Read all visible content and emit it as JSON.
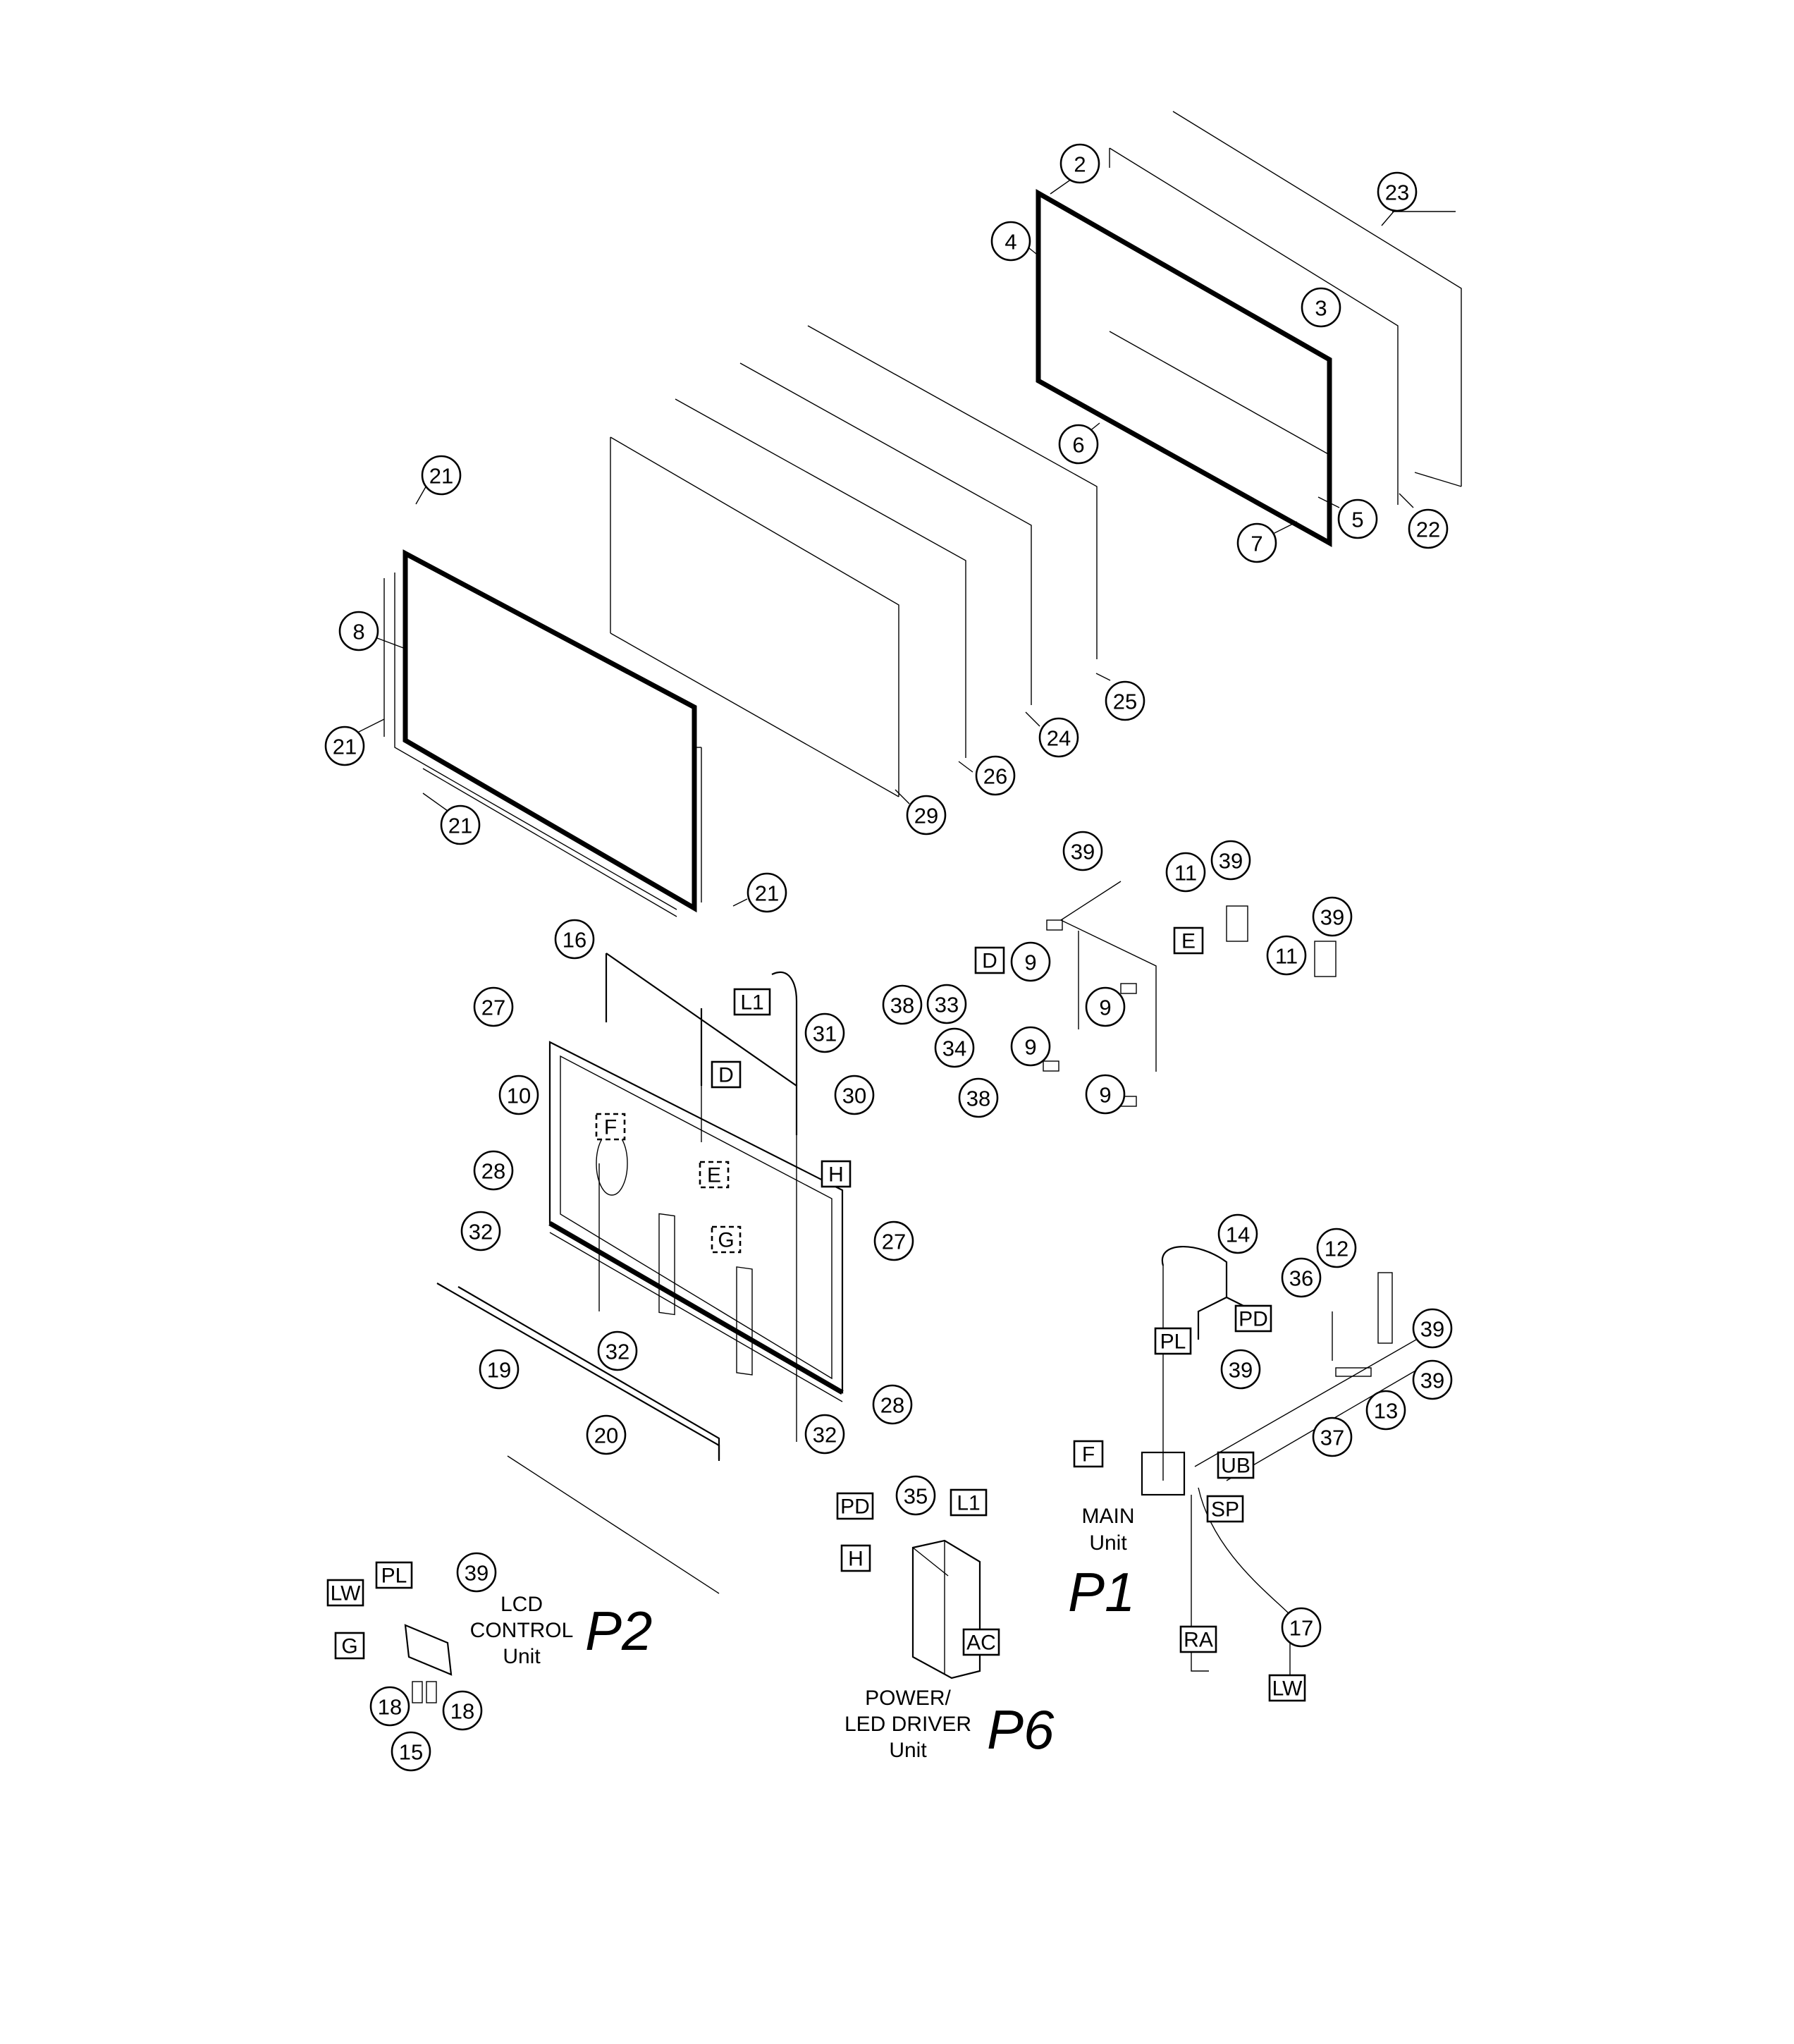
{
  "balloons": [
    {
      "id": "b2",
      "label": "2"
    },
    {
      "id": "b23",
      "label": "23"
    },
    {
      "id": "b4",
      "label": "4"
    },
    {
      "id": "b3",
      "label": "3"
    },
    {
      "id": "b6",
      "label": "6"
    },
    {
      "id": "b5",
      "label": "5"
    },
    {
      "id": "b22",
      "label": "22"
    },
    {
      "id": "b7",
      "label": "7"
    },
    {
      "id": "b21a",
      "label": "21"
    },
    {
      "id": "b8",
      "label": "8"
    },
    {
      "id": "b21b",
      "label": "21"
    },
    {
      "id": "b21c",
      "label": "21"
    },
    {
      "id": "b21d",
      "label": "21"
    },
    {
      "id": "b25",
      "label": "25"
    },
    {
      "id": "b24",
      "label": "24"
    },
    {
      "id": "b26",
      "label": "26"
    },
    {
      "id": "b29",
      "label": "29"
    },
    {
      "id": "b39a",
      "label": "39"
    },
    {
      "id": "b39b",
      "label": "39"
    },
    {
      "id": "b11a",
      "label": "11"
    },
    {
      "id": "b39c",
      "label": "39"
    },
    {
      "id": "b11b",
      "label": "11"
    },
    {
      "id": "b9a",
      "label": "9"
    },
    {
      "id": "b9b",
      "label": "9"
    },
    {
      "id": "b9c",
      "label": "9"
    },
    {
      "id": "b9d",
      "label": "9"
    },
    {
      "id": "b16",
      "label": "16"
    },
    {
      "id": "b38a",
      "label": "38"
    },
    {
      "id": "b33",
      "label": "33"
    },
    {
      "id": "b31",
      "label": "31"
    },
    {
      "id": "b34",
      "label": "34"
    },
    {
      "id": "b30",
      "label": "30"
    },
    {
      "id": "b38b",
      "label": "38"
    },
    {
      "id": "b27a",
      "label": "27"
    },
    {
      "id": "b10",
      "label": "10"
    },
    {
      "id": "b28a",
      "label": "28"
    },
    {
      "id": "b32a",
      "label": "32"
    },
    {
      "id": "b27b",
      "label": "27"
    },
    {
      "id": "b32b",
      "label": "32"
    },
    {
      "id": "b19",
      "label": "19"
    },
    {
      "id": "b28b",
      "label": "28"
    },
    {
      "id": "b20",
      "label": "20"
    },
    {
      "id": "b32c",
      "label": "32"
    },
    {
      "id": "b14",
      "label": "14"
    },
    {
      "id": "b12",
      "label": "12"
    },
    {
      "id": "b36",
      "label": "36"
    },
    {
      "id": "b39d",
      "label": "39"
    },
    {
      "id": "b39e",
      "label": "39"
    },
    {
      "id": "b39f",
      "label": "39"
    },
    {
      "id": "b13",
      "label": "13"
    },
    {
      "id": "b37",
      "label": "37"
    },
    {
      "id": "b17",
      "label": "17"
    },
    {
      "id": "b35",
      "label": "35"
    },
    {
      "id": "b39g",
      "label": "39"
    },
    {
      "id": "b18a",
      "label": "18"
    },
    {
      "id": "b18b",
      "label": "18"
    },
    {
      "id": "b15",
      "label": "15"
    }
  ],
  "tags": [
    {
      "id": "tD1",
      "label": "D",
      "dashed": false
    },
    {
      "id": "tE1",
      "label": "E",
      "dashed": false
    },
    {
      "id": "tL1",
      "label": "L1",
      "dashed": false
    },
    {
      "id": "tD2",
      "label": "D",
      "dashed": false
    },
    {
      "id": "tF1",
      "label": "F",
      "dashed": true
    },
    {
      "id": "tE2",
      "label": "E",
      "dashed": true
    },
    {
      "id": "tH1",
      "label": "H",
      "dashed": false
    },
    {
      "id": "tG1",
      "label": "G",
      "dashed": true
    },
    {
      "id": "tPD1",
      "label": "PD",
      "dashed": false
    },
    {
      "id": "tPL1",
      "label": "PL",
      "dashed": false
    },
    {
      "id": "tF2",
      "label": "F",
      "dashed": false
    },
    {
      "id": "tUB",
      "label": "UB",
      "dashed": false
    },
    {
      "id": "tSP",
      "label": "SP",
      "dashed": false
    },
    {
      "id": "tRA",
      "label": "RA",
      "dashed": false
    },
    {
      "id": "tLW1",
      "label": "LW",
      "dashed": false
    },
    {
      "id": "tPD2",
      "label": "PD",
      "dashed": false
    },
    {
      "id": "tL12",
      "label": "L1",
      "dashed": false
    },
    {
      "id": "tH2",
      "label": "H",
      "dashed": false
    },
    {
      "id": "tAC",
      "label": "AC",
      "dashed": false
    },
    {
      "id": "tPL2",
      "label": "PL",
      "dashed": false
    },
    {
      "id": "tLW2",
      "label": "LW",
      "dashed": false
    },
    {
      "id": "tG2",
      "label": "G",
      "dashed": false
    }
  ],
  "units": {
    "main": {
      "line1": "MAIN",
      "line2": "Unit",
      "page": "P1"
    },
    "lcd": {
      "line1": "LCD",
      "line2": "CONTROL",
      "line3": "Unit",
      "page": "P2"
    },
    "power": {
      "line1": "POWER/",
      "line2": "LED DRIVER",
      "line3": "Unit",
      "page": "P6"
    }
  }
}
